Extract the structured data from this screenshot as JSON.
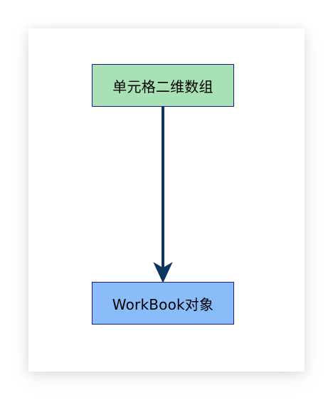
{
  "diagram": {
    "nodes": [
      {
        "id": "array2d",
        "label": "单元格二维数组",
        "fill": "#a8e2b4"
      },
      {
        "id": "workbook",
        "label": "WorkBook对象",
        "fill": "#8bbcfa"
      }
    ],
    "edges": [
      {
        "from": "array2d",
        "to": "workbook",
        "color": "#0d3560"
      }
    ],
    "border_color": "#1c1c8c"
  }
}
